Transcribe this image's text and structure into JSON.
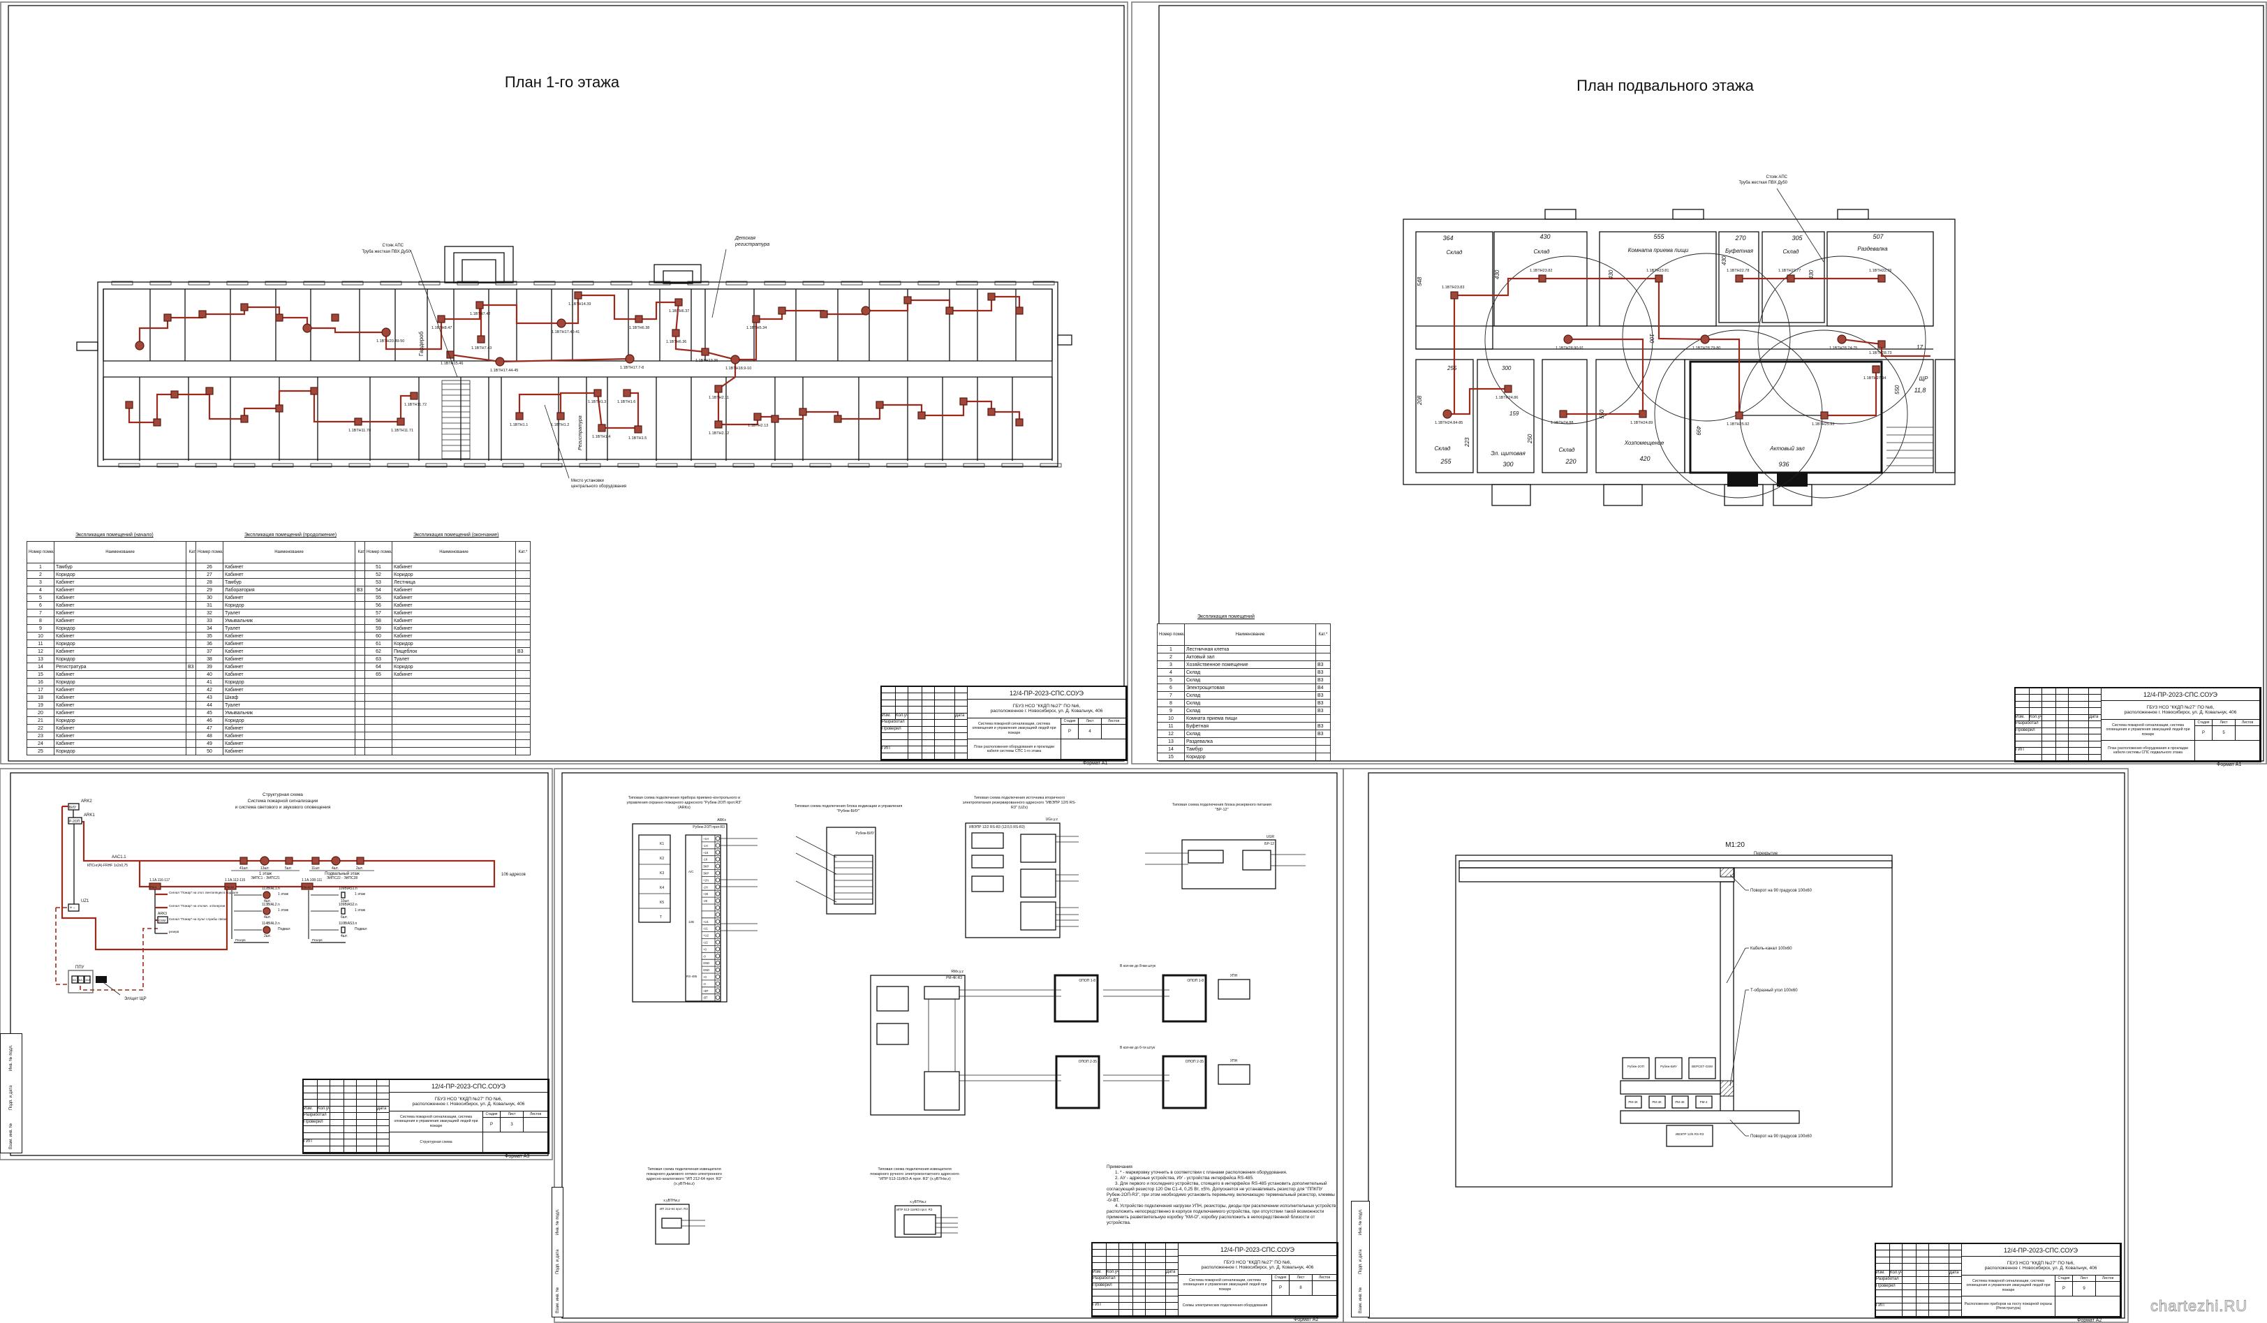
{
  "watermark": "chartezhi.RU",
  "common": {
    "code": "12/4-ПР-2023-СПС.СОУЭ",
    "org_line1": "ГБУЗ НСО \"ККДП №27\" ПО №6,",
    "org_line2": "расположенное г. Новосибирск, ул. Д. Ковальчук, 406",
    "system": "Система пожарной сигнализации, система оповещения и управления эвакуацией людей при пожаре",
    "labels": {
      "izm": "Изм.",
      "koluch": "Кол.уч",
      "date": "Дата",
      "razrab": "Разработал",
      "prover": "Проверил",
      "gip": "ГИП",
      "stage": "Стадия",
      "sheet": "Лист",
      "sheets": "Листов"
    },
    "side": {
      "vzam": "Взам. инв. №",
      "podp": "Подп. и дата",
      "inv": "Инв. № подл."
    }
  },
  "sheets": [
    {
      "stamp": {
        "title": "План расположения оборудования и прокладки кабеля системы СПС 1-го этажа",
        "stage": "Р",
        "sheet": "4",
        "format": "Формат А1"
      }
    },
    {
      "stamp": {
        "title": "План расположения оборудования и прокладки кабеля системы СПС подвального этажа",
        "stage": "Р",
        "sheet": "5",
        "format": "Формат А1"
      }
    },
    {
      "stamp": {
        "title": "Структурная схема",
        "stage": "Р",
        "sheet": "3",
        "format": "Формат А3"
      }
    },
    {
      "stamp": {
        "title": "Схемы электрических подключения оборудования",
        "stage": "Р",
        "sheet": "8",
        "format": "Формат А2"
      }
    },
    {
      "stamp": {
        "title": "Расположение приборов на посту пожарной охраны (Регистратура)",
        "stage": "Р",
        "sheet": "9",
        "format": "Формат А2"
      }
    }
  ],
  "floor1": {
    "title": "План 1-го этажа",
    "riser": [
      "Стояк АПС",
      "Труба жесткая ПВХ Дy50"
    ],
    "kids_reg": [
      "Детская",
      "регистратура"
    ],
    "central": [
      "Место установки",
      "центрального оборудования"
    ],
    "rooms": {
      "wardrobe": "Гардероб",
      "registry": "Регистратура"
    },
    "detectors": [
      "1.1BTH20.49-50",
      "1.1BTH8.47",
      "1.1BTH7.42",
      "1.1BTH7.43",
      "1.1BTH15.46",
      "1.1BTH17.44-45",
      "1.1BTH17.40-41",
      "1.1BTH14.39",
      "1.1BTH6.38",
      "1.1BTH6.37",
      "1.1BTH6.36",
      "1.1BTH17.7-8",
      "1.1BTH13.35",
      "1.1BTH18.9-10",
      "1.1BTH5.34",
      "1.1BTH11.72",
      "1.1BTH11.70",
      "1.1BTH11.71",
      "1.1BTH1.1",
      "1.1BTH1.2",
      "1.1BTH1.3",
      "1.1BTH1.4",
      "1.1BTH1.5",
      "1.1BTH1.6",
      "1.1BTH2.11",
      "1.1BTH2.12",
      "1.1BTH2.13"
    ],
    "explication": {
      "titles": [
        "Экспликация помещений (начало)",
        "Экспликация помещений (продолжение)",
        "Экспликация помещений (окончание)"
      ],
      "headers": {
        "num": "Номер помещения",
        "name": "Наименование",
        "cat": "Кат.*"
      },
      "rows": [
        [
          [
            "1",
            "Тамбур",
            ""
          ],
          [
            "2",
            "Коридор",
            ""
          ],
          [
            "3",
            "Кабинет",
            ""
          ],
          [
            "4",
            "Кабинет",
            ""
          ],
          [
            "5",
            "Кабинет",
            ""
          ],
          [
            "6",
            "Кабинет",
            ""
          ],
          [
            "7",
            "Кабинет",
            ""
          ],
          [
            "8",
            "Кабинет",
            ""
          ],
          [
            "9",
            "Коридор",
            ""
          ],
          [
            "10",
            "Кабинет",
            ""
          ],
          [
            "11",
            "Коридор",
            ""
          ],
          [
            "12",
            "Кабинет",
            ""
          ],
          [
            "13",
            "Коридор",
            ""
          ],
          [
            "14",
            "Регистратура",
            "В3"
          ],
          [
            "15",
            "Кабинет",
            ""
          ],
          [
            "16",
            "Коридор",
            ""
          ],
          [
            "17",
            "Кабинет",
            ""
          ],
          [
            "18",
            "Кабинет",
            ""
          ],
          [
            "19",
            "Кабинет",
            ""
          ],
          [
            "20",
            "Кабинет",
            ""
          ],
          [
            "21",
            "Коридор",
            ""
          ],
          [
            "22",
            "Кабинет",
            ""
          ],
          [
            "23",
            "Кабинет",
            ""
          ],
          [
            "24",
            "Кабинет",
            ""
          ],
          [
            "25",
            "Коридор",
            ""
          ]
        ],
        [
          [
            "26",
            "Кабинет",
            ""
          ],
          [
            "27",
            "Кабинет",
            ""
          ],
          [
            "28",
            "Тамбур",
            ""
          ],
          [
            "29",
            "Лаборатория",
            "В3"
          ],
          [
            "30",
            "Кабинет",
            ""
          ],
          [
            "31",
            "Коридор",
            ""
          ],
          [
            "32",
            "Туалет",
            ""
          ],
          [
            "33",
            "Умывальник",
            ""
          ],
          [
            "34",
            "Туалет",
            ""
          ],
          [
            "35",
            "Кабинет",
            ""
          ],
          [
            "36",
            "Кабинет",
            ""
          ],
          [
            "37",
            "Кабинет",
            ""
          ],
          [
            "38",
            "Кабинет",
            ""
          ],
          [
            "39",
            "Кабинет",
            ""
          ],
          [
            "40",
            "Кабинет",
            ""
          ],
          [
            "41",
            "Коридор",
            ""
          ],
          [
            "42",
            "Кабинет",
            ""
          ],
          [
            "43",
            "Шкаф",
            ""
          ],
          [
            "44",
            "Туалет",
            ""
          ],
          [
            "45",
            "Умывальник",
            ""
          ],
          [
            "46",
            "Коридор",
            ""
          ],
          [
            "47",
            "Кабинет",
            ""
          ],
          [
            "48",
            "Кабинет",
            ""
          ],
          [
            "49",
            "Кабинет",
            ""
          ],
          [
            "50",
            "Кабинет",
            ""
          ]
        ],
        [
          [
            "51",
            "Кабинет",
            ""
          ],
          [
            "52",
            "Коридор",
            ""
          ],
          [
            "53",
            "Лестница",
            ""
          ],
          [
            "54",
            "Кабинет",
            ""
          ],
          [
            "55",
            "Кабинет",
            ""
          ],
          [
            "56",
            "Кабинет",
            ""
          ],
          [
            "57",
            "Кабинет",
            ""
          ],
          [
            "58",
            "Кабинет",
            ""
          ],
          [
            "59",
            "Кабинет",
            ""
          ],
          [
            "60",
            "Кабинет",
            ""
          ],
          [
            "61",
            "Коридор",
            ""
          ],
          [
            "62",
            "Пищеблок",
            "В3"
          ],
          [
            "63",
            "Туалет",
            ""
          ],
          [
            "64",
            "Коридор",
            ""
          ],
          [
            "65",
            "Кабинет",
            ""
          ]
        ]
      ]
    }
  },
  "basement": {
    "title": "План подвального этажа",
    "riser": [
      "Стояк АПС",
      "Труба жесткая ПВХ Дy50"
    ],
    "rooms": [
      {
        "name": "Склад",
        "area": "364"
      },
      {
        "name": "Склад",
        "area": "430"
      },
      {
        "name": "Комната приема пищи",
        "area": "555"
      },
      {
        "name": "Буфетная",
        "area": "270"
      },
      {
        "name": "Склад",
        "area": "305"
      },
      {
        "name": "Раздевалка",
        "area": "507"
      },
      {
        "name": "Склад",
        "area": "255"
      },
      {
        "name": "Эл. щитовая",
        "area": "300"
      },
      {
        "name": "Склад",
        "area": "220"
      },
      {
        "name": "Хозпомещение",
        "area": "420"
      },
      {
        "name": "Актовый зал",
        "area": "936"
      },
      {
        "name": "ЩР",
        "area": "11,8"
      }
    ],
    "dims": [
      "548",
      "430",
      "430",
      "430",
      "430",
      "208",
      "223",
      "250",
      "159",
      "550",
      "499",
      "550",
      "100",
      "17",
      "255",
      "300"
    ],
    "detectors": [
      "1.1BTH23.83",
      "1.1BTH23.82",
      "1.1BTH23.81",
      "1.1BTH22.78",
      "1.1BTH22.77",
      "1.1BTH22.76",
      "1.1BTH28.90-91",
      "1.1BTH28.79-80",
      "1.1BTH28.74-75",
      "1.1BTH28.73",
      "1.1BTH24.84-85",
      "1.1BTH24.86",
      "1.1BTH24.88",
      "1.1BTH24.89",
      "1.1BTH25.92",
      "1.1BTH25.93",
      "1.1BTH27.94"
    ],
    "explication": {
      "title": "Экспликация помещений",
      "headers": {
        "num": "Номер помещения",
        "name": "Наименование",
        "cat": "Кат.*"
      },
      "rows": [
        [
          "1",
          "Лестничная клетка",
          ""
        ],
        [
          "2",
          "Актовый зал",
          ""
        ],
        [
          "3",
          "Хозяйственное помещение",
          "В3"
        ],
        [
          "4",
          "Склад",
          "В3"
        ],
        [
          "5",
          "Склад",
          "В3"
        ],
        [
          "6",
          "Электрощитовая",
          "В4"
        ],
        [
          "7",
          "Склад",
          "В3"
        ],
        [
          "8",
          "Склад",
          "В3"
        ],
        [
          "9",
          "Склад",
          "В3"
        ],
        [
          "10",
          "Комната приема пищи",
          ""
        ],
        [
          "11",
          "Буфетная",
          "В3"
        ],
        [
          "12",
          "Склад",
          "В3"
        ],
        [
          "13",
          "Раздевалка",
          ""
        ],
        [
          "14",
          "Тамбур",
          ""
        ],
        [
          "15",
          "Коридор",
          ""
        ]
      ]
    }
  },
  "structural": {
    "title": [
      "Структурная схема",
      "Система пожарной сигнализации",
      "и система светового и звукового оповещения"
    ],
    "ark2": "ARK2",
    "ark2_box": "БИУ",
    "ark1": "ARK1",
    "ark1_box": "Р-2ОП",
    "uz1": "UZ1",
    "uz1_box": "+ -",
    "ark3": "ARK3",
    "gsm": "GSM",
    "ppu": "ППУ",
    "ppu_fuses": [
      "6А",
      "6А",
      "16А"
    ],
    "shield": "Эл/щит ЩР",
    "loop": "ААС1.1",
    "cable": "КПСнг(А)-FRHF 1х2х0,75",
    "counts": [
      "41шт.",
      "13шт.",
      "5шт.",
      "11шт.",
      "4шт.",
      "2шт."
    ],
    "floor1": [
      "1 этаж",
      "ЭИПС1 - ЭИПС21"
    ],
    "basement": [
      "Подвальный этаж",
      "ЭИПС22 - ЭИПС28"
    ],
    "addresses": "106 адресов",
    "rm": [
      {
        "addr": "1.1А.116-117",
        "type": "РМ-4"
      },
      {
        "addr": "1.1А.112-115",
        "type": "РМ-4К"
      },
      {
        "addr": "1.1А.108-111",
        "type": "РМ-4К"
      }
    ],
    "signals": [
      "Сигнал \"Пожар\" на откл. вентиляции в подвале",
      "Сигнал \"Пожар\" на отключ. эл/энергии",
      "Сигнал \"Пожар\" на пульт службы связи",
      "резерв"
    ],
    "sounders": [
      {
        "id": "112BIAL1.n",
        "where": "1 этаж",
        "qty": "4шт."
      },
      {
        "id": "113BIAL2.n",
        "where": "1 этаж",
        "qty": "4шт."
      },
      {
        "id": "114BIAL3.n",
        "where": "Подвал",
        "qty": "2шт."
      },
      {
        "id": "109BIAS1.n",
        "where": "1 этаж",
        "qty": "10шт."
      },
      {
        "id": "109BIAS2.n",
        "where": "1 этаж",
        "qty": "6шт."
      },
      {
        "id": "110BIAS3.n",
        "where": "Подвал",
        "qty": "4шт."
      }
    ],
    "reserve": "Резерв"
  },
  "wiring": {
    "titles": [
      "Типовая схема подключения прибора приемно-контрольного и управления охранно-пожарного адресного \"Рубеж-2ОП прот.R3\" (ARKx)",
      "Типовая схема подключения блока индикации и управления \"Рубеж-БИУ\"",
      "Типовая схема подключения источника вторичного электропитания резервированного адресного \"ИВЭПР 12/5 RS-R3\" (UZx)",
      "Типовая схема подключения блока резервного питания \"БР-12\"",
      "Типовая схема подключения извещателя пожарного дымового оптико-электронного адресно-аналогового \"ИП 212-64 прот. R3\" (x.yBTHw.z)",
      "Типовая схема подключения извещателя пожарного ручного электроконтактного адресного \"ИПР 513-11ИКЗ-А прот. R3\" (x.yBTHw.z)"
    ],
    "devices": {
      "rubezh": "Рубеж-2ОП прот.R3",
      "rubezh_id": "ARKx",
      "biu": "Рубеж-БИУ",
      "ivepr": "ИВЭПР 12/2 RS-R3 (12/3,5 RS-R3)",
      "ivepr_id": "UGx.y.z",
      "br": "БР-12",
      "br_id": "UGR",
      "rm": "РМ-4К-R3",
      "rm_id": "RMx.y.z",
      "opop1": "ОПОП 1-8",
      "opop2": "ОПОП 2-35",
      "upn": "УПН",
      "ip": "ИП 212-64 прот. R3",
      "ipr": "ИПР 513-11ИКЗ прот. R3",
      "det_id": "x.yBTHw.z"
    },
    "qty_notes": [
      "В кол-ве до 8-ми штук",
      "В кол-ве до 6-ти штук"
    ],
    "rubezh_terms": [
      "+1Н",
      "-1Н",
      "+1К",
      "-1К",
      "ЭКР",
      "ЭКР",
      "+2Н",
      "-2Н",
      "+2К",
      "-2К",
      "",
      "",
      "+U1",
      "-U1",
      "+U2",
      "-U2",
      "+0",
      "-0",
      "GND",
      "GND",
      "+0",
      "-0",
      "+ВТ",
      "-ВТ"
    ],
    "relays": [
      "K1",
      "K2",
      "K3",
      "K4",
      "K5",
      "T"
    ],
    "groups": [
      "А/С",
      "12В",
      "RS-485"
    ],
    "notes": {
      "title": "Примечания",
      "items": [
        "1. * - маркировку уточнить в соответствии с планами расположения оборудования.",
        "2. АУ - адресные устройства, ИУ - устройства интерфейса RS-485.",
        "3. Для первого и последнего устройства, стоящего в интерфейсе RS-485 установить дополнительный согласующий резистор 120 Ом С1-4, 0,25 Вт, ±5%. Допускается не устанавливать резистор для \"ППКПУ Рубеж-2ОП-R3\", при этом необходимо установить перемычку, включающую терминальный резистор, клеммы -0/-ВТ.",
        "4. Устройство подключения нагрузки УПН, резисторы, диоды при расключении исполнительных устройств расположить непосредственно в корпусе подключаемого устройства, при отсутствии такой возможности применить разветвительную коробку \"КМ-О\", коробку расположить в непосредственной близости от устройства."
      ]
    }
  },
  "post": {
    "scale": "М1:20",
    "slab": "Перекрытие",
    "callouts": [
      "Поворот на 90 градусов 100х60",
      "Кабель-канал 100х60",
      "Т-образный угол 100х60",
      "Поворот на 90 градусов 100х60"
    ],
    "devices_top": [
      "Рубеж-2ОП",
      "Рубеж-БИУ",
      "ВЕРСЕТ-GSM"
    ],
    "devices_mid": [
      "РМ-4К",
      "РМ-4К",
      "РМ-4К",
      "РМ-4"
    ],
    "psu": "ИВЭПР 12/5 RS-R3"
  }
}
